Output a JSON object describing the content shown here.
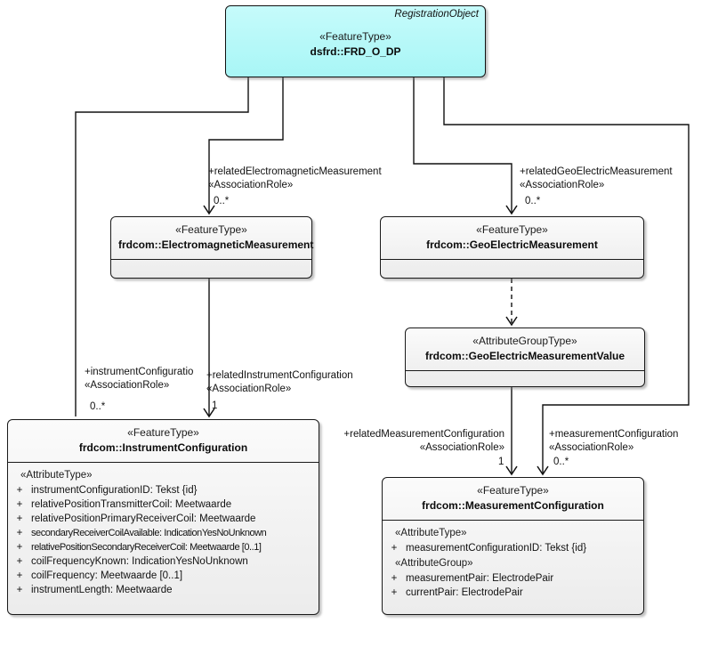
{
  "diagram": {
    "type": "uml-class-diagram",
    "title": "FRD_O_DP registration object class diagram"
  },
  "classes": {
    "root": {
      "corner": "RegistrationObject",
      "stereotype": "«FeatureType»",
      "name": "dsfrd::FRD_O_DP",
      "fill": "#aef6f6"
    },
    "electromagnetic": {
      "stereotype": "«FeatureType»",
      "name": "frdcom::ElectromagneticMeasurement"
    },
    "geoelectric": {
      "stereotype": "«FeatureType»",
      "name": "frdcom::GeoElectricMeasurement"
    },
    "geoelectricvalue": {
      "stereotype": "«AttributeGroupType»",
      "name": "frdcom::GeoElectricMeasurementValue"
    },
    "instrumentconfig": {
      "stereotype": "«FeatureType»",
      "name": "frdcom::InstrumentConfiguration",
      "groups": [
        {
          "label": "«AttributeType»",
          "attributes": [
            {
              "vis": "+",
              "text": "instrumentConfigurationID: Tekst {id}"
            },
            {
              "vis": "+",
              "text": "relativePositionTransmitterCoil: Meetwaarde"
            },
            {
              "vis": "+",
              "text": "relativePositionPrimaryReceiverCoil: Meetwaarde"
            },
            {
              "vis": "+",
              "text": "secondaryReceiverCoilAvailable: IndicationYesNoUnknown"
            },
            {
              "vis": "+",
              "text": "relativePositionSecondaryReceiverCoil: Meetwaarde [0..1]"
            },
            {
              "vis": "+",
              "text": "coilFrequencyKnown: IndicationYesNoUnknown"
            },
            {
              "vis": "+",
              "text": "coilFrequency: Meetwaarde [0..1]"
            },
            {
              "vis": "+",
              "text": "instrumentLength: Meetwaarde"
            }
          ]
        }
      ]
    },
    "measurementconfig": {
      "stereotype": "«FeatureType»",
      "name": "frdcom::MeasurementConfiguration",
      "groups": [
        {
          "label": "«AttributeType»",
          "attributes": [
            {
              "vis": "+",
              "text": "measurementConfigurationID: Tekst {id}"
            }
          ]
        },
        {
          "label": "«AttributeGroup»",
          "attributes": [
            {
              "vis": "+",
              "text": "measurementPair: ElectrodePair"
            },
            {
              "vis": "+",
              "text": "currentPair: ElectrodePair"
            }
          ]
        }
      ]
    }
  },
  "associations": {
    "electromagnetic": {
      "role": "+relatedElectromagneticMeasurement",
      "stereotype": "«AssociationRole»",
      "multiplicity": "0..*"
    },
    "geoelectric": {
      "role": "+relatedGeoElectricMeasurement",
      "stereotype": "«AssociationRole»",
      "multiplicity": "0..*"
    },
    "instrumentconfig_root": {
      "role": "+instrumentConfiguratio",
      "stereotype": "«AssociationRole»",
      "multiplicity": "0..*"
    },
    "instrumentconfig_related": {
      "role": "+relatedInstrumentConfiguration",
      "stereotype": "«AssociationRole»",
      "multiplicity": "1"
    },
    "measurementconfig_related": {
      "role": "+relatedMeasurementConfiguration",
      "stereotype": "«AssociationRole»",
      "multiplicity": "1"
    },
    "measurementconfig_root": {
      "role": "+measurementConfiguration",
      "stereotype": "«AssociationRole»",
      "multiplicity": "0..*"
    }
  }
}
